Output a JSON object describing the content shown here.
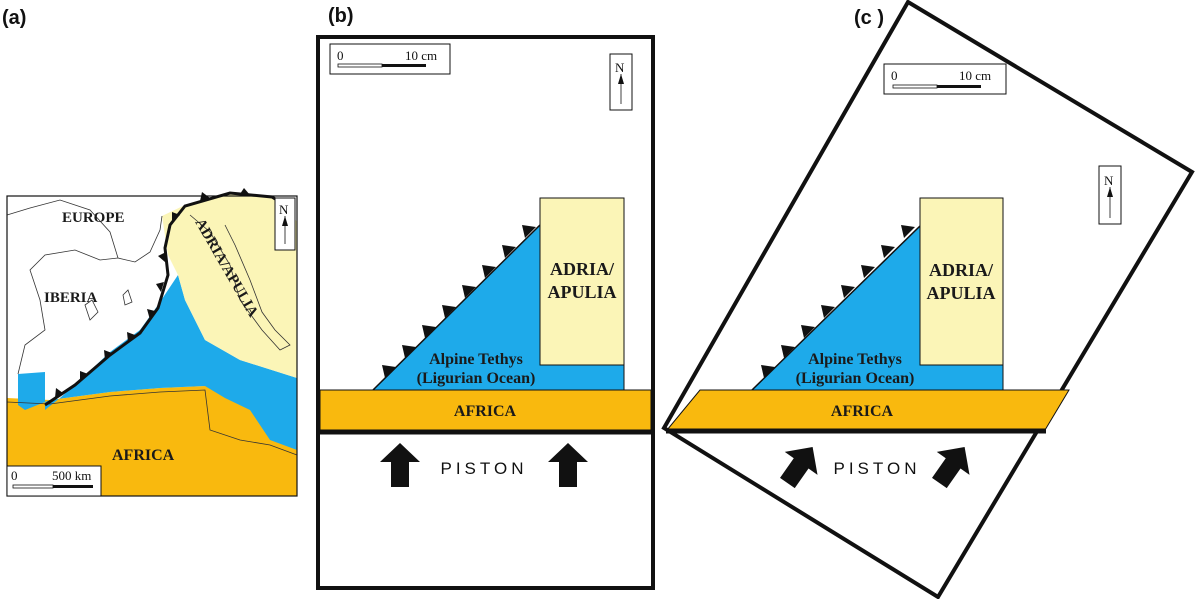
{
  "panels": {
    "a": {
      "letter": "(a)",
      "regions": {
        "europe": "EUROPE",
        "iberia": "IBERIA",
        "adria": "ADRIA/APULIA",
        "africa": "AFRICA"
      },
      "scale": {
        "zero": "0",
        "distance": "500 km"
      },
      "north": "N"
    },
    "b": {
      "letter": "(b)",
      "scale": {
        "zero": "0",
        "distance": "10 cm"
      },
      "north": "N",
      "adria_line1": "ADRIA/",
      "adria_line2": "APULIA",
      "tethys_line1": "Alpine Tethys",
      "tethys_line2": "(Ligurian Ocean)",
      "africa": "AFRICA",
      "piston": "PISTON"
    },
    "c": {
      "letter": "(c )",
      "scale": {
        "zero": "0",
        "distance": "10 cm"
      },
      "north": "N",
      "adria_line1": "ADRIA/",
      "adria_line2": "APULIA",
      "tethys_line1": "Alpine Tethys",
      "tethys_line2": "(Ligurian Ocean)",
      "africa": "AFRICA",
      "piston": "PISTON"
    }
  },
  "colors": {
    "ocean": "#1eaaea",
    "africa": "#f9b90e",
    "adria": "#fbf5b7",
    "outline": "#111111"
  }
}
